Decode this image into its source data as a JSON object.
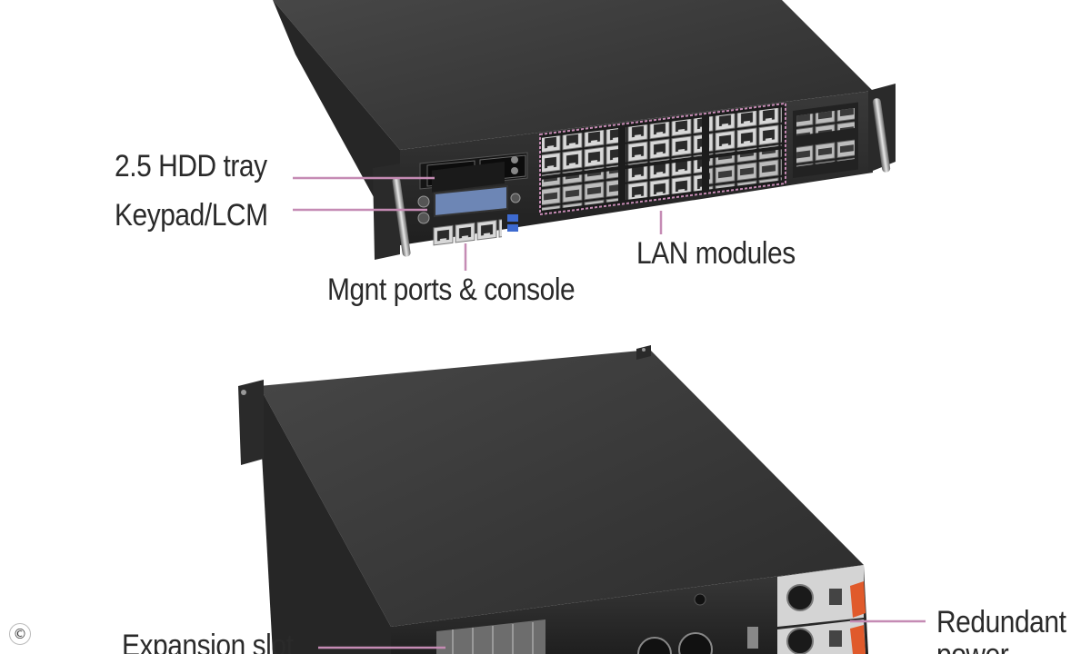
{
  "labels": {
    "hdd_tray": "2.5 HDD tray",
    "keypad_lcm": "Keypad/LCM",
    "mgnt_ports": "Mgnt ports & console",
    "lan_modules": "LAN modules",
    "expansion_slot": "Expansion slot",
    "redundant_line1": "Redundant",
    "redundant_line2": "power"
  },
  "copyright_symbol": "©",
  "colors": {
    "callout": "#c58bb4",
    "chassis_top": "#3a3a3a",
    "chassis_side": "#2b2b2b",
    "port_metal": "#c9c9c9",
    "psu_handle": "#e05a2b",
    "text": "#2a2a2a"
  }
}
